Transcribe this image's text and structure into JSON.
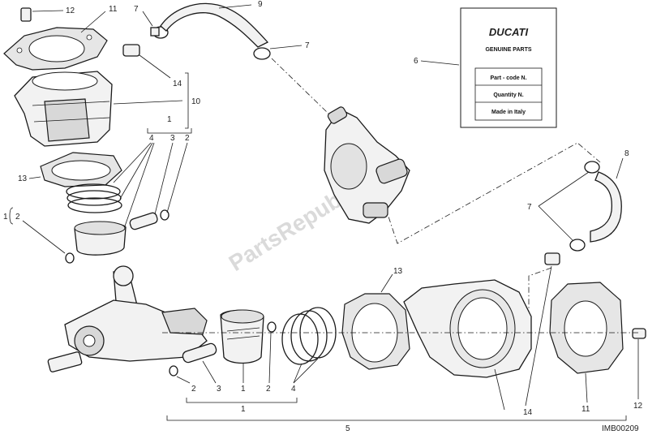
{
  "callouts": {
    "c1_top": "1",
    "c1_left": "1",
    "c1_bottom": "1",
    "c2_top": "2",
    "c2_left": "2",
    "c2_b1": "2",
    "c2_b2": "2",
    "c3_top": "3",
    "c3_bottom": "3",
    "c4_top": "4",
    "c4_bottom": "4",
    "c5": "5",
    "c6": "6",
    "c7_a": "7",
    "c7_b": "7",
    "c7_c": "7",
    "c8": "8",
    "c9": "9",
    "c10": "10",
    "c11_top": "11",
    "c11_bottom": "11",
    "c12_top": "12",
    "c12_bottom": "12",
    "c13_top": "13",
    "c13_bottom": "13",
    "c14_top": "14",
    "c14_bottom": "14"
  },
  "card": {
    "brand": "DUCATI",
    "subtitle": "GENUINE PARTS",
    "part_code": "Part - code N.",
    "quantity": "Quantity N.",
    "made_in": "Made in Italy"
  },
  "watermark": "PartsRepublik",
  "image_code": "IMB00209"
}
